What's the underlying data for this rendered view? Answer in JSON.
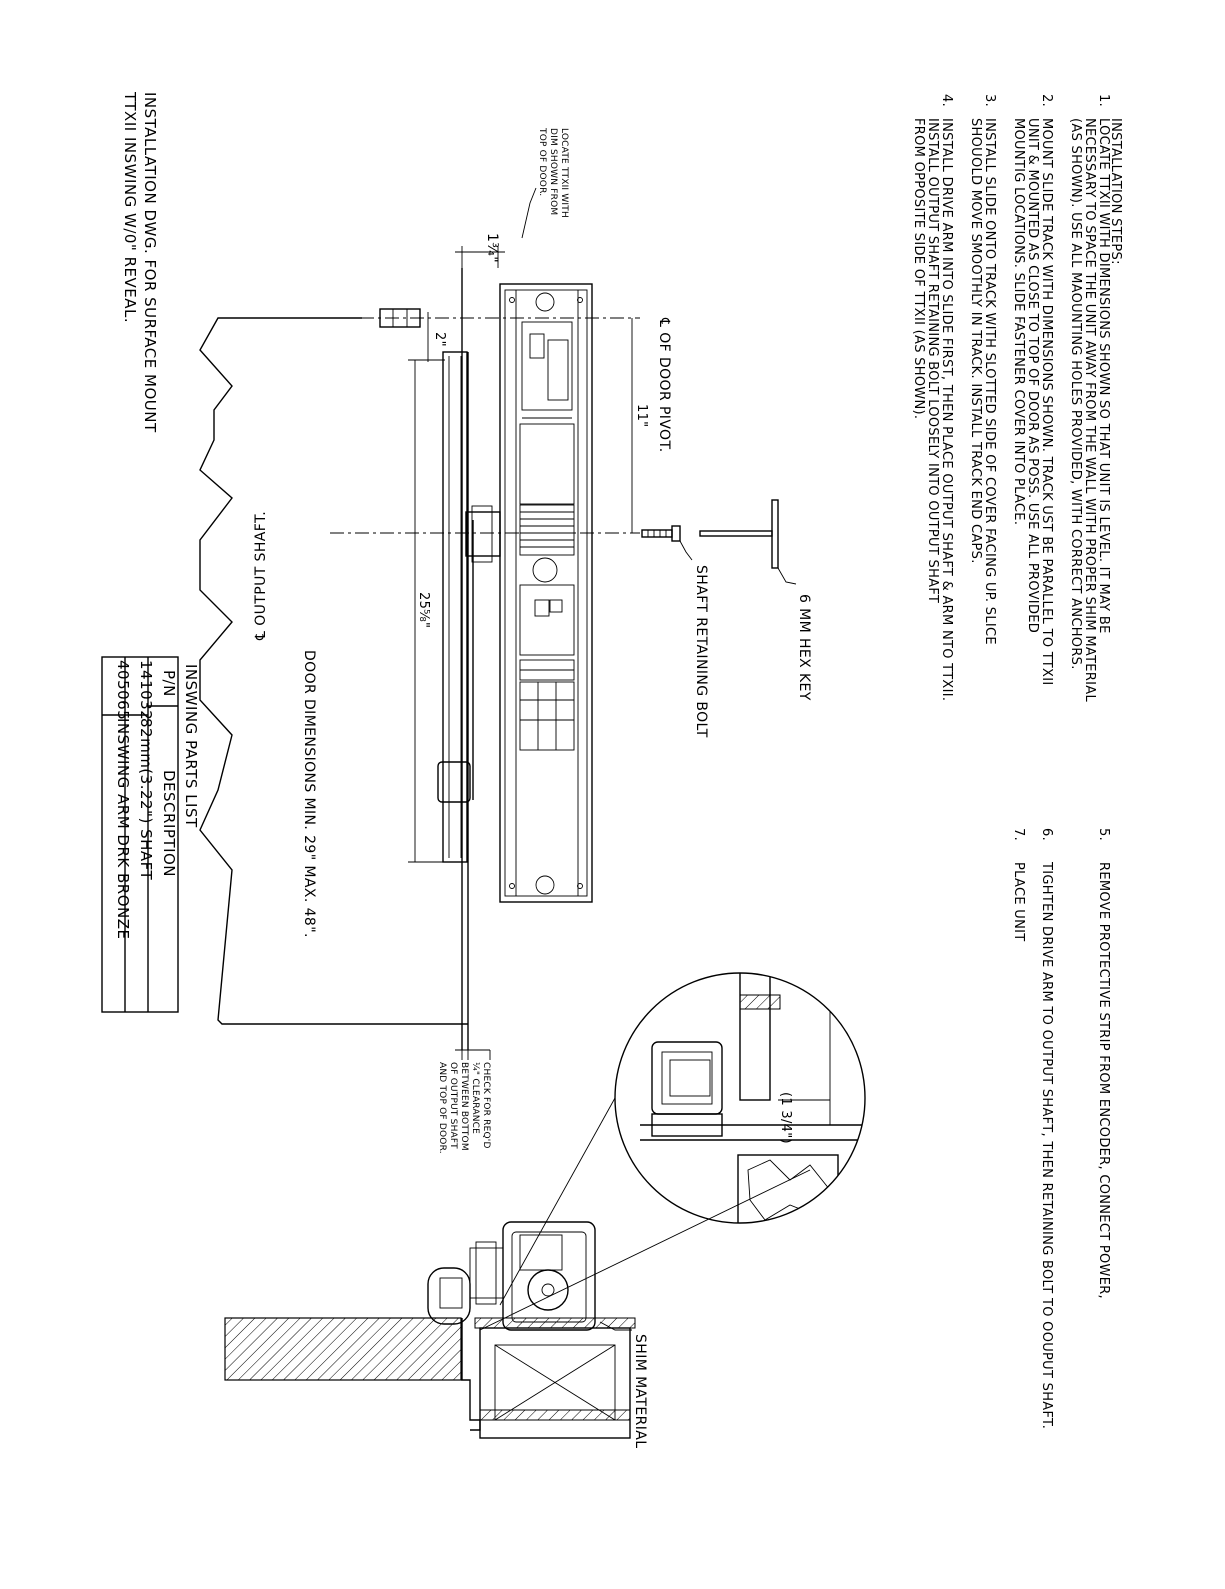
{
  "instructions": {
    "heading": "INSTALLATION STEPS:",
    "steps": [
      {
        "num": "1.",
        "lines": [
          "LOCATE TTXII WITH DIMENSIONS SHOWN SO THAT UNIT IS LEVEL.  IT MAY BE",
          "NECESSARY TO SPACE THE UNIT AWAY FROM THE WALL WITH PROPER SHIM MATERIAL",
          "(AS SHOWN).  USE ALL MAOUNTING HOLES PROVIDED, WITH CORRECT ANCHORS."
        ]
      },
      {
        "num": "2.",
        "lines": [
          "MOUNT SLIDE TRACK WITH DIMENSIONS SHOWN. TRACK UST BE PARALLEL TO TTXII",
          "UNIT & MOUNTED AS CLOSE TO TOP OF DOOR AS POSS.  USE ALL PROVIDED",
          "MOUNTIG LOCATIONS. SLIDE FASTENER COVER INTO PLACE."
        ]
      },
      {
        "num": "3.",
        "lines": [
          "INSTALL SLIDE ONTO TRACK WITH SLOTTED SIDE OF COVER FACING UP.  SLICE",
          "SHOUOLD MOVE SMOOTHLY IN TRACK.  INSTALL TRACK END CAPS."
        ]
      },
      {
        "num": "4.",
        "lines": [
          "INSTALL DRIVE ARM INTO SLIDE FIRST, THEN PLACE OUTPUT SHAFT & ARM NTO TTXII.",
          "INSTALL OUTPUT SHAFT RETAINING BOLT LOOSELY INTO OUTPUT SHAFT",
          "FROM OPPOSITE SIDE OF TTXII (AS SHOWN)."
        ]
      },
      {
        "num": "5.",
        "lines": [
          "REMOVE PROTECTIVE STRIP FROM ENCODER, CONNECT POWER,"
        ]
      },
      {
        "num": "6.",
        "lines": [
          "TIGHTEN DRIVE ARM TO OUTPUT SHAFT, THEN RETAINING BOLT TO OOUPUT SHAFT."
        ]
      },
      {
        "num": "7.",
        "lines": [
          "PLACE UNIT"
        ]
      }
    ]
  },
  "labels": {
    "door_pivot": "℄ OF DOOR PIVOT.",
    "hex_key": "6 MM HEX KEY",
    "retaining_bolt": "SHAFT RETAINING BOLT",
    "output_shaft": "℄ OUTPUT SHAFT.",
    "door_dimensions": "DOOR DIMENSIONS MIN. 29\" MAX. 48\".",
    "locate_note": [
      "LOCATE TTXII WITH",
      "DIM SHOWN FROM",
      "TOP OF DOOR."
    ],
    "clearance_note": [
      "CHECK FOR REQ'D",
      "¼\" CLEARANCE",
      "BETWEEN BOTTOM",
      "OF OUTPUT SHAFT",
      "AND TOP OF DOOR."
    ],
    "shim_material": "SHIM MATERIAL",
    "detail_dim": "(1 3/4\")"
  },
  "dimensions": {
    "top_offset": "1¾\"",
    "track_offset": "2\"",
    "pivot_to_shaft": "11\"",
    "track_length": "25⅝\""
  },
  "title_block": {
    "line1": "INSTALLATION DWG. FOR SURFACE MOUNT",
    "line2": "TTXII INSWING W/0\" REVEAL."
  },
  "parts_list": {
    "title": "INSWING PARTS LIST",
    "headers": [
      "P/N",
      "DESCRIPTION"
    ],
    "rows": [
      [
        "141032",
        "82mm(3.22\") SHAFT"
      ],
      [
        "405065",
        "INSWING ARM DRK BRONZE"
      ]
    ]
  }
}
